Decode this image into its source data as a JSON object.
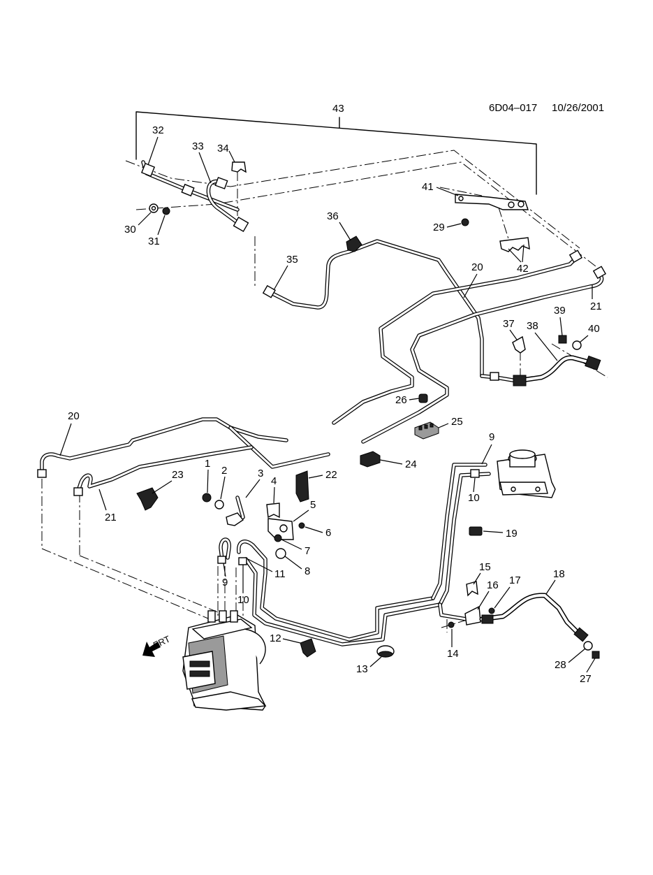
{
  "diagram_id": "6D04–017",
  "date": "10/26/2001",
  "front_label": "FRT",
  "callouts": [
    "1",
    "2",
    "3",
    "4",
    "5",
    "6",
    "7",
    "8",
    "9",
    "10",
    "11",
    "12",
    "13",
    "14",
    "15",
    "16",
    "17",
    "18",
    "19",
    "20",
    "21",
    "22",
    "23",
    "24",
    "25",
    "26",
    "27",
    "28",
    "29",
    "30",
    "31",
    "32",
    "33",
    "34",
    "35",
    "36",
    "37",
    "38",
    "39",
    "40",
    "41",
    "42",
    "43"
  ],
  "callout_9_second": "9",
  "callout_10_second": "10",
  "callout_20_second": "20",
  "callout_21_second": "21"
}
